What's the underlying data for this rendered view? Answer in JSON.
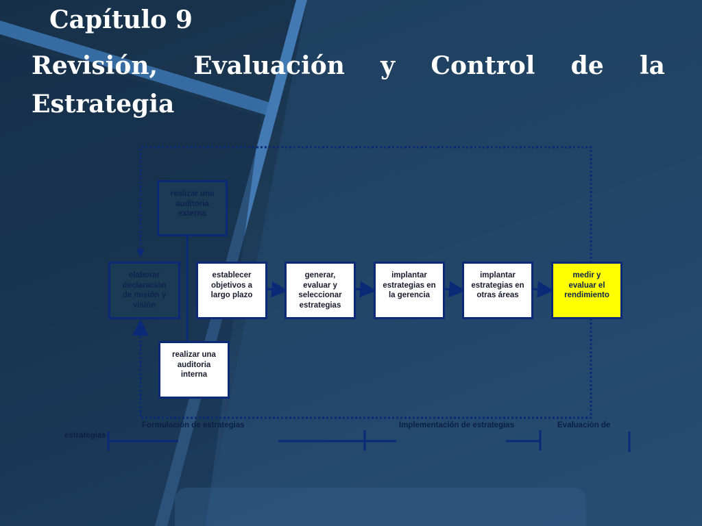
{
  "slide": {
    "chapter": "Capítulo 9",
    "title": "Revisión, Evaluación y Control de la Estrategia"
  },
  "diagram": {
    "boxes": {
      "external_audit": "realizar una\nauditoria\nexterna",
      "mission": "elaborar\ndeclaración\nde misión y\nvisión",
      "objectives": "establecer\nobjetivos a\nlargo plazo",
      "generate": "generar,\nevaluar y\nseleccionar\nestrategias",
      "implement_management": "implantar\nestrategias en\nla gerencia",
      "implement_other": "implantar\nestrategias en\notras áreas",
      "measure": "medir y\nevaluar el\nrendimiento",
      "internal_audit": "realizar una\nauditoria\ninterna"
    },
    "stages": {
      "formulation": "Formulación de estrategias",
      "implementation": "Implementación de estrategias",
      "evaluation_part1": "Evaluación de",
      "evaluation_part2": "estrategias"
    },
    "colors": {
      "box_border": "#0a2a78",
      "highlight": "#ffff00",
      "feedback_line": "#0a2a78"
    }
  }
}
